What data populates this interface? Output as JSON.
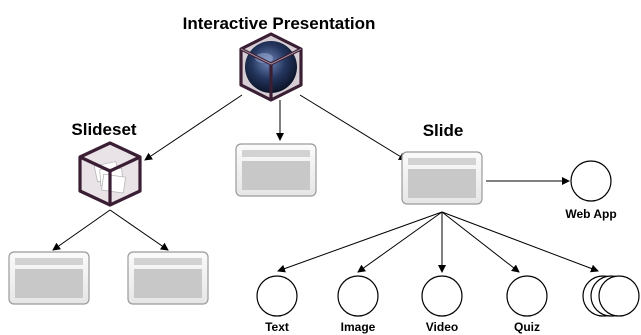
{
  "title": "Interactive Presentation",
  "nodes": {
    "presentation": {
      "label": "Interactive Presentation",
      "icon": "cube-sphere-icon"
    },
    "slideset": {
      "label": "Slideset",
      "icon": "cube-slides-icon"
    },
    "slide": {
      "label": "Slide",
      "icon": "slide-thumbnail-icon"
    },
    "web_app": {
      "label": "Web App"
    },
    "text": {
      "label": "Text"
    },
    "image": {
      "label": "Image"
    },
    "video": {
      "label": "Video"
    },
    "quiz": {
      "label": "Quiz"
    },
    "more": {
      "icon": "stacked-circles-icon"
    }
  },
  "colors": {
    "cube_frame": "#3a1e33",
    "cube_sphere": "#1a2a4a",
    "slide_frame": "#9a9a9a",
    "slide_fill": "#f4f4f4",
    "slide_bar": "#d2d2d2",
    "slide_body": "#c8c8c8",
    "arrow": "#000000"
  }
}
